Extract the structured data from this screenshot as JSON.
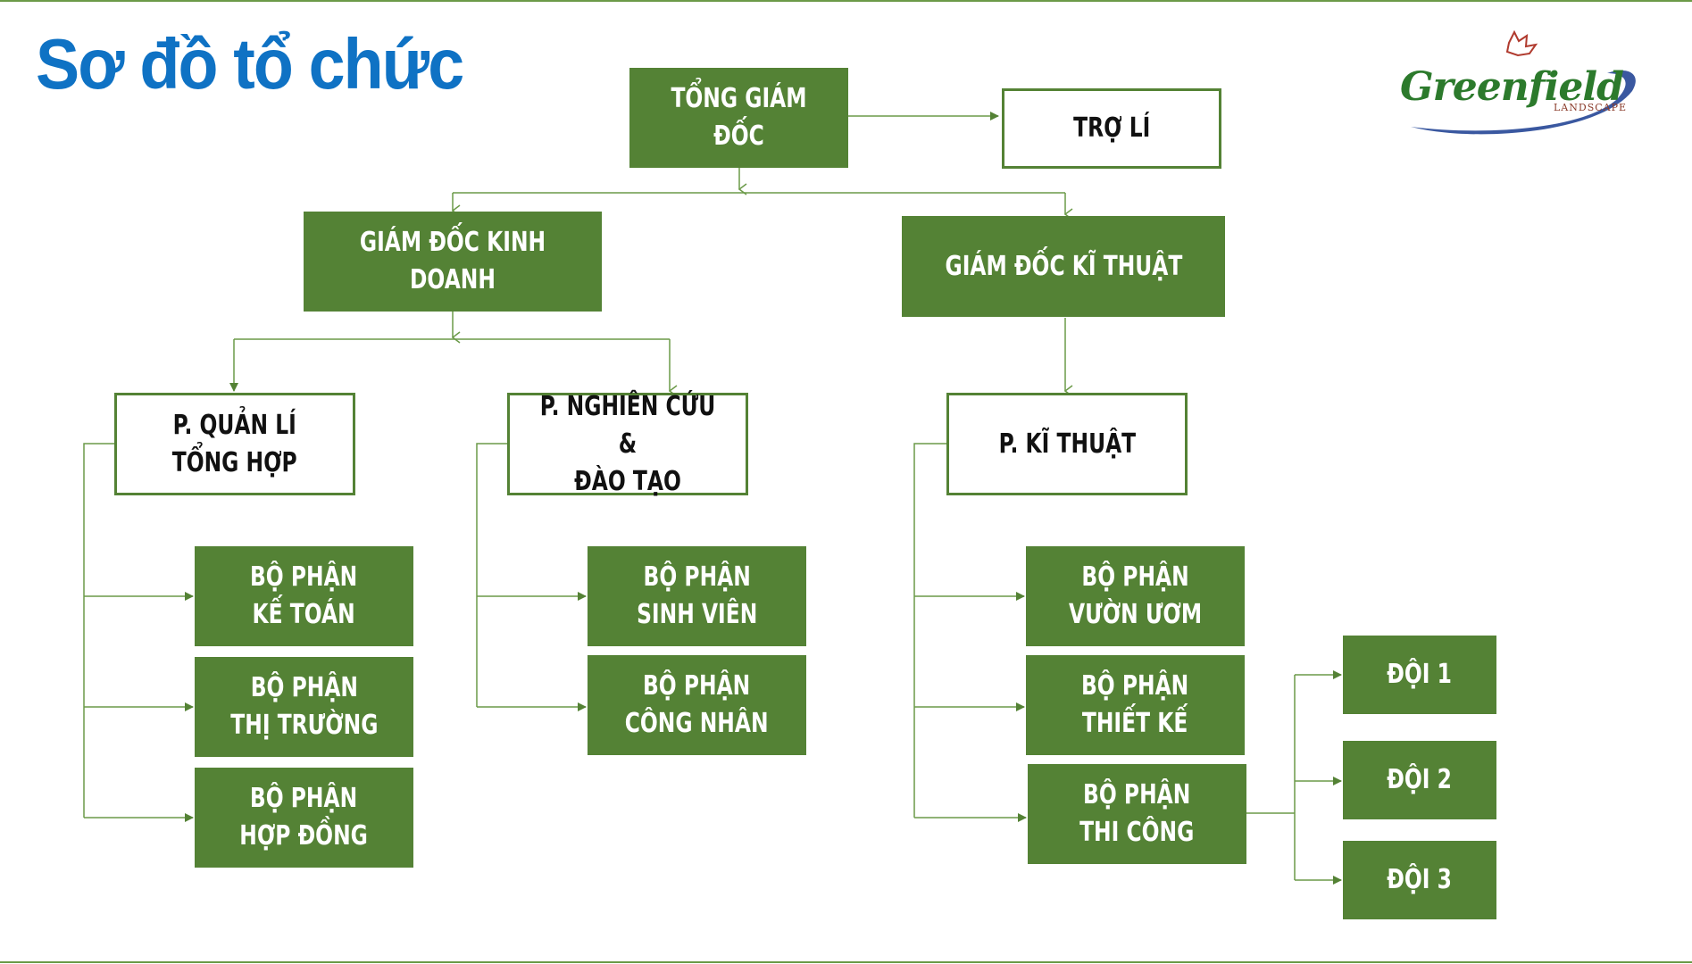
{
  "title": "Sơ đồ tổ chức",
  "logo": {
    "word": "Greenfield",
    "sub": "LANDSCAPE"
  },
  "colors": {
    "box_fill": "#548235",
    "title": "#0f72c4",
    "connector": "#6b9a48"
  },
  "nodes": {
    "ceo": "TỔNG GIÁM ĐỐC",
    "assistant": "TRỢ LÍ",
    "business_director": "GIÁM ĐỐC KINH DOANH",
    "technical_director": "GIÁM ĐỐC KĨ THUẬT",
    "general_management": "P. QUẢN LÍ\nTỔNG HỢP",
    "research_training": "P. NGHIÊN CỨU &\nĐÀO TẠO",
    "technical_dept": "P. KĨ THUẬT",
    "accounting": "BỘ PHẬN\nKẾ TOÁN",
    "market": "BỘ PHẬN\nTHỊ TRƯỜNG",
    "contract": "BỘ PHẬN\nHỢP ĐỒNG",
    "student": "BỘ PHẬN\nSINH VIÊN",
    "worker": "BỘ PHẬN\nCÔNG NHÂN",
    "nursery": "BỘ PHẬN\nVƯỜN ƯƠM",
    "design": "BỘ PHẬN\nTHIẾT KẾ",
    "construction": "BỘ PHẬN\nTHI CÔNG",
    "team1": "ĐỘI 1",
    "team2": "ĐỘI 2",
    "team3": "ĐỘI 3"
  }
}
